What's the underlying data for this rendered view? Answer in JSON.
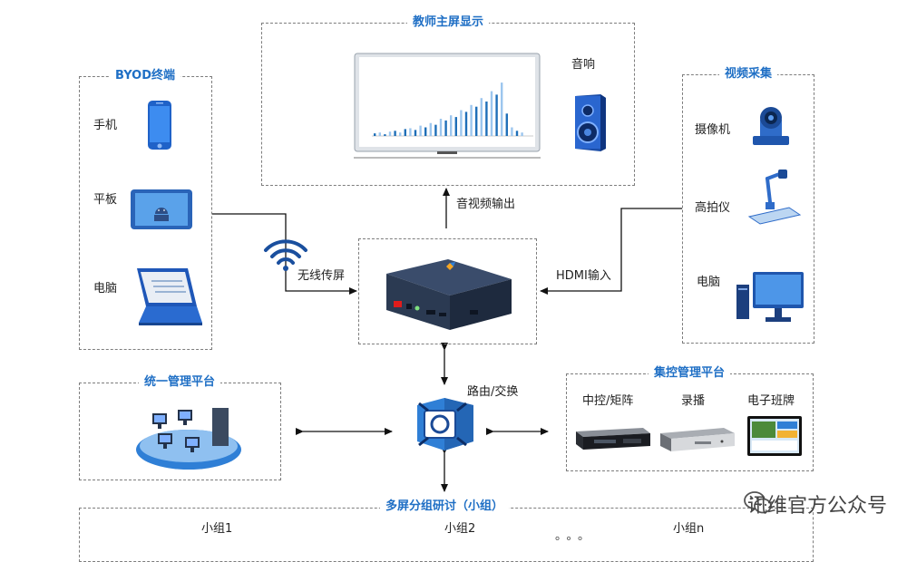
{
  "sections": {
    "teacher": {
      "title": "教师主屏显示",
      "speaker_label": "音响"
    },
    "byod": {
      "title": "BYOD终端",
      "items": [
        "手机",
        "平板",
        "电脑"
      ]
    },
    "capture": {
      "title": "视频采集",
      "items": [
        "摄像机",
        "高拍仪",
        "电脑"
      ]
    },
    "manage": {
      "title": "统一管理平台"
    },
    "central": {
      "title": "集控管理平台",
      "items": [
        "中控/矩阵",
        "录播",
        "电子班牌"
      ]
    },
    "groups": {
      "title": "多屏分组研讨（小组）",
      "items": [
        "小组1",
        "小组2",
        "小组n"
      ],
      "ellipsis": "。。。"
    }
  },
  "connections": {
    "av_output": "音视频输出",
    "wireless": "无线传屏",
    "hdmi_in": "HDMI输入",
    "router": "路由/交换"
  },
  "watermark": {
    "text": "讯维官方公众号"
  },
  "colors": {
    "title_blue": "#1f6fc5",
    "device_dark": "#2b3a52",
    "icon_blue": "#2f7fd6"
  }
}
